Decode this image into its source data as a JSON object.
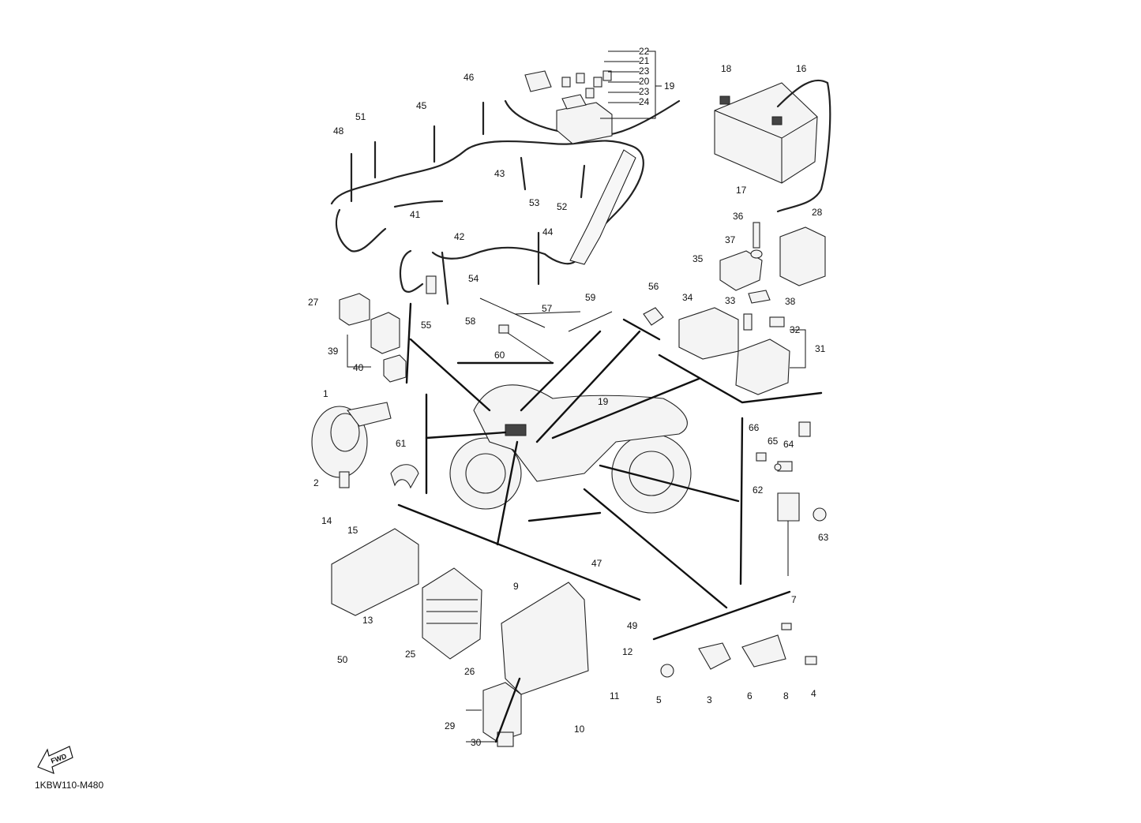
{
  "drawing_code": "1KBW110-M480",
  "fwd_label": "FWD",
  "callouts": {
    "c1": "1",
    "c2": "2",
    "c3": "3",
    "c4": "4",
    "c5": "5",
    "c6": "6",
    "c7": "7",
    "c8": "8",
    "c9": "9",
    "c10": "10",
    "c11": "11",
    "c12": "12",
    "c13": "13",
    "c14": "14",
    "c15": "15",
    "c16": "16",
    "c17": "17",
    "c18": "18",
    "c19": "19",
    "c19b": "19",
    "c20": "20",
    "c21": "21",
    "c22": "22",
    "c23a": "23",
    "c23b": "23",
    "c24": "24",
    "c25": "25",
    "c26": "26",
    "c27": "27",
    "c28": "28",
    "c29": "29",
    "c30": "30",
    "c31": "31",
    "c32": "32",
    "c33": "33",
    "c34": "34",
    "c35": "35",
    "c36": "36",
    "c37": "37",
    "c38": "38",
    "c39": "39",
    "c40": "40",
    "c41": "41",
    "c42": "42",
    "c43": "43",
    "c44": "44",
    "c45": "45",
    "c46": "46",
    "c47": "47",
    "c48": "48",
    "c49": "49",
    "c50": "50",
    "c51": "51",
    "c52": "52",
    "c53": "53",
    "c54": "54",
    "c55": "55",
    "c56": "56",
    "c57": "57",
    "c58": "58",
    "c59": "59",
    "c60": "60",
    "c61": "61",
    "c62": "62",
    "c63": "63",
    "c64": "64",
    "c65": "65",
    "c66": "66"
  }
}
